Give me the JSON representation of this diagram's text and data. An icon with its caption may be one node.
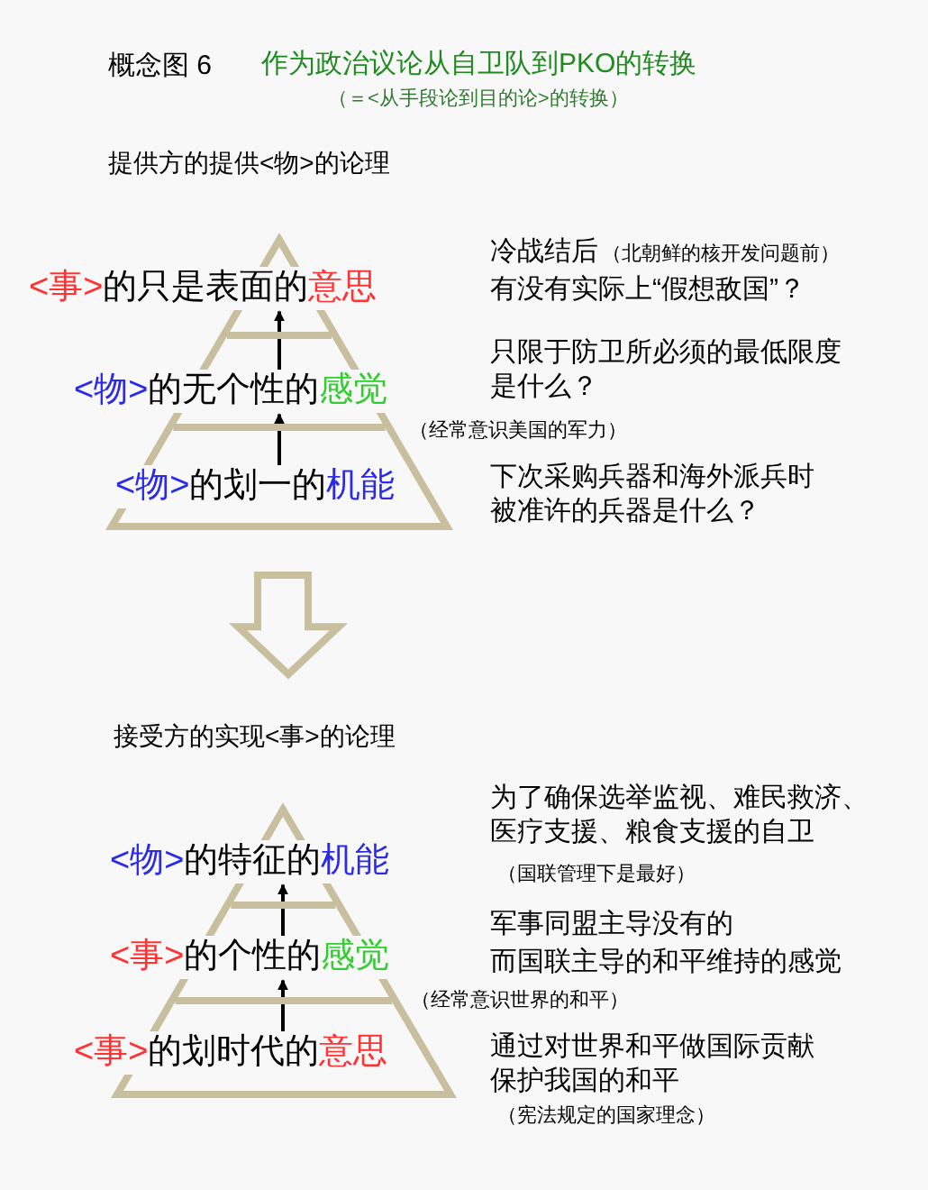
{
  "diagram": {
    "title": "作为政治议论从自卫队到PKO的转换",
    "nodes": [
      {
        "text": [
          "提供方的提供<物>的论理"
        ]
      },
      {
        "text": [
          "<事>",
          "的只是表面的",
          "意思"
        ],
        "beside": [
          "冷战结后",
          "（北朝鲜的核开发问题前）",
          "有没有实际上“假想敌国”？"
        ]
      },
      {
        "text": [
          "<物>",
          "的无个性的",
          "感觉"
        ],
        "beside": [
          "只限于防卫所必须的最低限度是什么？"
        ]
      },
      {
        "text": [
          "<物>",
          "的划一的",
          "机能"
        ],
        "beside": [
          "下次采购兵器和海外派兵时被准许的兵器是什么？"
        ]
      },
      {
        "text": [
          "接受方的实现<事>的论理"
        ]
      },
      {
        "text": [
          "<物>",
          "的特征的",
          "机能"
        ],
        "beside": [
          "为了确保选举监视、难民救济、医疗支援、粮食支援的自卫",
          "（国联管理下是最好）"
        ]
      },
      {
        "text": [
          "<事>",
          "的个性的",
          "感觉"
        ],
        "beside": [
          "军事同盟主导没有的",
          "而国联主导的和平维持的感觉"
        ]
      },
      {
        "text": [
          "<事>",
          "的划时代的",
          "意思"
        ],
        "beside": [
          "通过对世界和平做国际贡献保护我国的和平",
          "（宪法规定的国家理念）"
        ]
      }
    ],
    "edges": [
      {
        "from": 3,
        "to": 2,
        "arrow": "to"
      },
      {
        "from": 2,
        "to": 1,
        "arrow": "to"
      },
      {
        "from": 3,
        "to": 4,
        "arrow": "to",
        "style": "thick",
        "color": "#c8bf9f"
      },
      {
        "from": 7,
        "to": 6,
        "arrow": "to"
      },
      {
        "from": 6,
        "to": 5,
        "arrow": "to"
      }
    ],
    "labels": [
      "概念图 6",
      "（＝<从手段论到目的论>的转换）",
      "（经常意识美国的军力）",
      "（经常意识世界的和平）"
    ]
  }
}
